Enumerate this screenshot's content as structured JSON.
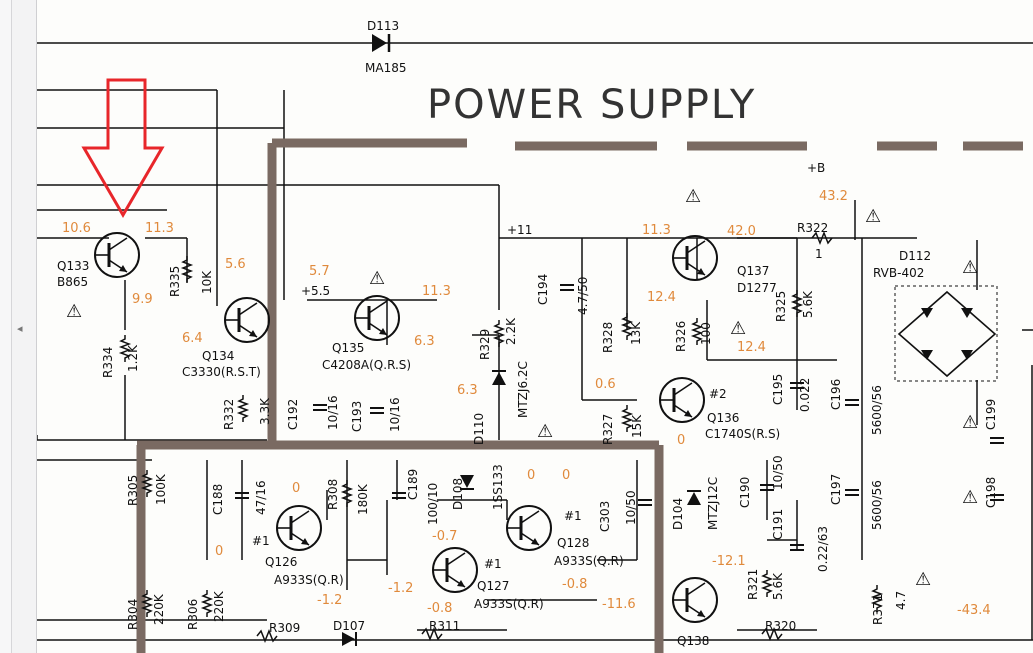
{
  "title": "POWER SUPPLY",
  "warning_glyph": "⚠",
  "viewer": {
    "collapse_icon": "◂"
  },
  "colors": {
    "voltage": "#e08a3c",
    "arrow": "#e8262a",
    "ink": "#111111",
    "gnd_bus": "#7a6a62"
  },
  "labels": {
    "d113": "D113",
    "ma185": "MA185",
    "plus_b": "+B",
    "plus_11": "+11",
    "plus_5_5": "+5.5",
    "q133": "Q133",
    "b865": "B865",
    "q134": "Q134",
    "c3330": "C3330(R.S.T)",
    "q135": "Q135",
    "c4208a": "C4208A(Q.R.S)",
    "q137": "Q137",
    "d1277": "D1277",
    "q136": "Q136",
    "c1740s": "C1740S(R.S)",
    "q126": "Q126",
    "a933s_a": "A933S(Q.R)",
    "q127": "Q127",
    "a933s_b": "A933S(Q.R)",
    "q128": "Q128",
    "a933s_c": "A933S(Q.R)",
    "q138": "Q138",
    "d112": "D112",
    "rvb402": "RVB-402",
    "r335": "R335",
    "r335v": "10K",
    "r334": "R334",
    "r334v": "1.2K",
    "r332": "R332",
    "r332v": "3.3K",
    "r329": "R329",
    "r329v": "2.2K",
    "r328": "R328",
    "r328v": "13K",
    "r326": "R326",
    "r326v": "100",
    "r325": "R325",
    "r325v": "5.6K",
    "r322": "R322",
    "r322v": "1",
    "r327": "R327",
    "r327v": "15K",
    "r305": "R305",
    "r305v": "100K",
    "r308": "R308",
    "r308v": "180K",
    "r304": "R304",
    "r304v": "220K",
    "r306": "R306",
    "r306v": "220K",
    "r309": "R309",
    "r311": "R311",
    "r321": "R321",
    "r321v": "5.6K",
    "r320": "R320",
    "r371": "R371",
    "r371v": "4.7",
    "c194": "C194",
    "c194v": "4.7/50",
    "c192": "C192",
    "c192v": "10/16",
    "c193": "C193",
    "c193v": "10/16",
    "c195": "C195",
    "c195v": "0.022",
    "c196": "C196",
    "c196v": "5600/56",
    "c197": "C197",
    "c197v": "5600/56",
    "c199": "C199",
    "c198": "C198",
    "c188": "C188",
    "c188v": "47/16",
    "c189": "C189",
    "c189v": "100/10",
    "c303": "C303",
    "c303v": "10/50",
    "c190": "C190",
    "c191": "C191",
    "c191v": "10/50",
    "c191b": "0.22/63",
    "d110": "D110",
    "mtzj62c": "MTZJ6.2C",
    "d108": "D108",
    "ss133": "1SS133",
    "d104": "D104",
    "mtzj12c": "MTZJ12C",
    "d107": "D107",
    "i1": "#1",
    "i2": "#2",
    "i1b": "#1",
    "i1c": "#1"
  },
  "voltages": {
    "v10_6": "10.6",
    "v11_3a": "11.3",
    "v9_9": "9.9",
    "v5_6": "5.6",
    "v6_4": "6.4",
    "v5_7": "5.7",
    "v11_3b": "11.3",
    "v6_3a": "6.3",
    "v6_3b": "6.3",
    "v11_3c": "11.3",
    "v42_0": "42.0",
    "v43_2": "43.2",
    "v12_4a": "12.4",
    "v12_4b": "12.4",
    "v0_6": "0.6",
    "v0a": "0",
    "v0b": "0",
    "v0c": "0",
    "v0d": "0",
    "v0e": "0",
    "vm0_7": "-0.7",
    "vm1_2a": "-1.2",
    "vm1_2b": "-1.2",
    "vm0_8a": "-0.8",
    "vm0_8b": "-0.8",
    "vm11_6": "-11.6",
    "vm12_1": "-12.1",
    "vm43_4": "-43.4"
  }
}
